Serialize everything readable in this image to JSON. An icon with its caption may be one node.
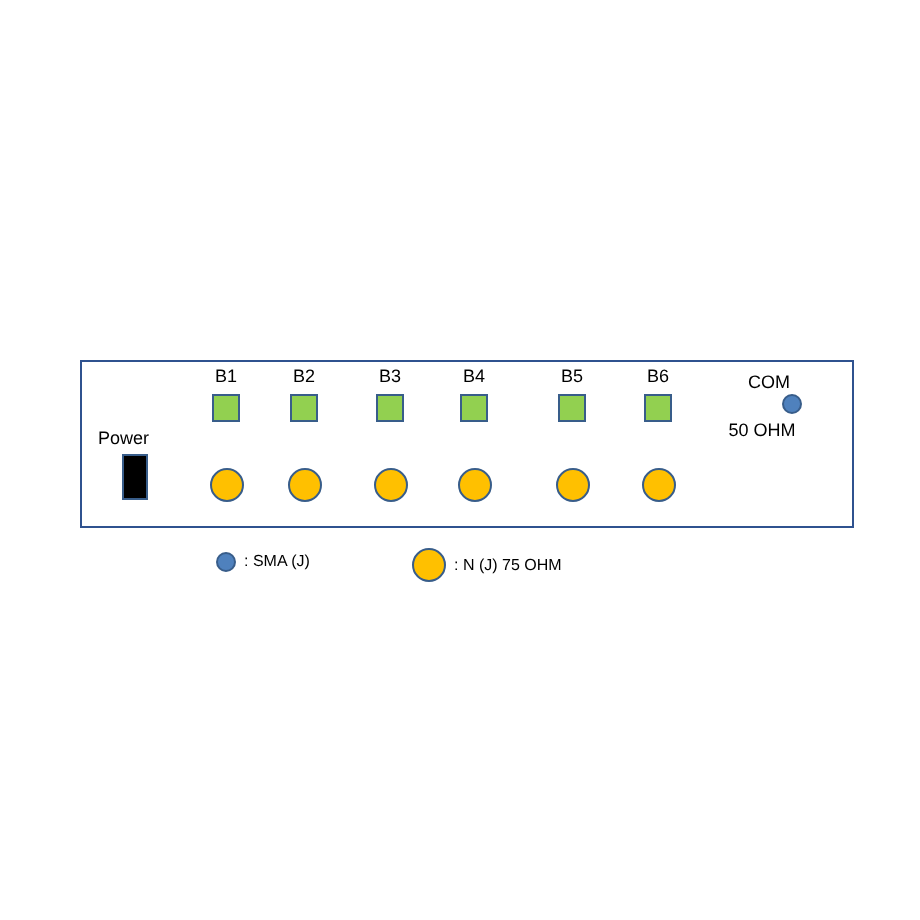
{
  "diagram": {
    "nodes": [
      {
        "text": [],
        "shape": "box"
      },
      {
        "text": [
          "Power"
        ],
        "in": 0
      },
      {
        "text": [
          "B1"
        ],
        "in": 0
      },
      {
        "text": [
          "B2"
        ],
        "in": 0
      },
      {
        "text": [
          "B3"
        ],
        "in": 0
      },
      {
        "text": [
          "B4"
        ],
        "in": 0
      },
      {
        "text": [
          "B5"
        ],
        "in": 0
      },
      {
        "text": [
          "B6"
        ],
        "in": 0
      },
      {
        "text": [
          "COM"
        ],
        "beside": [
          "50 OHM"
        ],
        "in": 0
      },
      {
        "text": [],
        "shape": "circle",
        "in": 0
      },
      {
        "text": [],
        "shape": "circle",
        "in": 0
      },
      {
        "text": [],
        "shape": "circle",
        "in": 0
      },
      {
        "text": [],
        "shape": "circle",
        "in": 0
      },
      {
        "text": [],
        "shape": "circle",
        "in": 0
      },
      {
        "text": [],
        "shape": "circle",
        "in": 0
      }
    ],
    "legend": [
      {
        "text": ": SMA (J)",
        "color": "#4f81bd"
      },
      {
        "text": ": N (J) 75 OHM",
        "color": "#ffc000"
      }
    ]
  }
}
